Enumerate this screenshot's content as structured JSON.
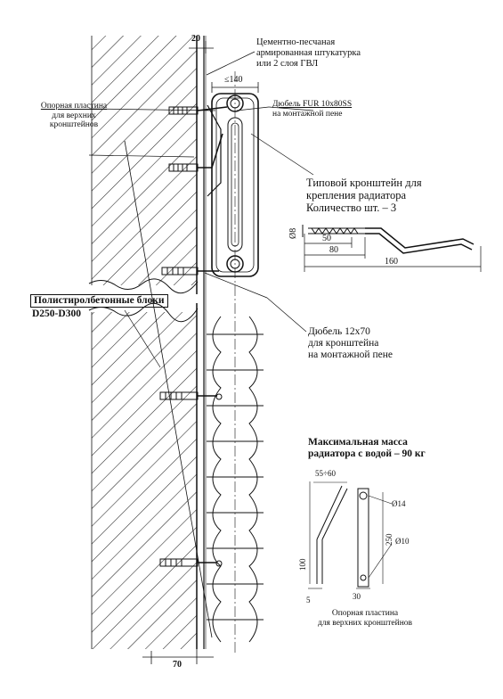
{
  "labels": {
    "plaster": [
      "Цементно-песчаная",
      "армированная штукатурка",
      "или 2 слоя ГВЛ"
    ],
    "support_plate_top": [
      "Опорная пластина",
      "для верхних",
      "кронштейнов"
    ],
    "dowel_fur": [
      "Дюбель FUR 10x80SS",
      "на монтажной пене"
    ],
    "bracket": [
      "Типовой кронштейн для",
      "крепления радиатора",
      "Количество шт. – 3"
    ],
    "blocks": "Полистиролбетонные блоки",
    "blocks_grade": "D250-D300",
    "dowel_12": [
      "Дюбель 12x70",
      "для кронштейна",
      "на монтажной пене"
    ],
    "max_mass": [
      "Максимальная масса",
      "радиатора с водой – 90 кг"
    ],
    "support_plate_bottom": [
      "Опорная пластина",
      "для верхних кронштейнов"
    ]
  },
  "dimensions": {
    "plaster_thickness": "20",
    "radiator_depth": "≤140",
    "bracket_diameter": "Ø8",
    "bracket_thread": "50",
    "bracket_80": "80",
    "bracket_total": "160",
    "plate_bend": "55÷60",
    "plate_hole_14": "Ø14",
    "plate_hole_10": "Ø10",
    "plate_height": "250",
    "plate_100": "100",
    "plate_30": "30",
    "plate_5": "5",
    "wall_offset": "70"
  }
}
